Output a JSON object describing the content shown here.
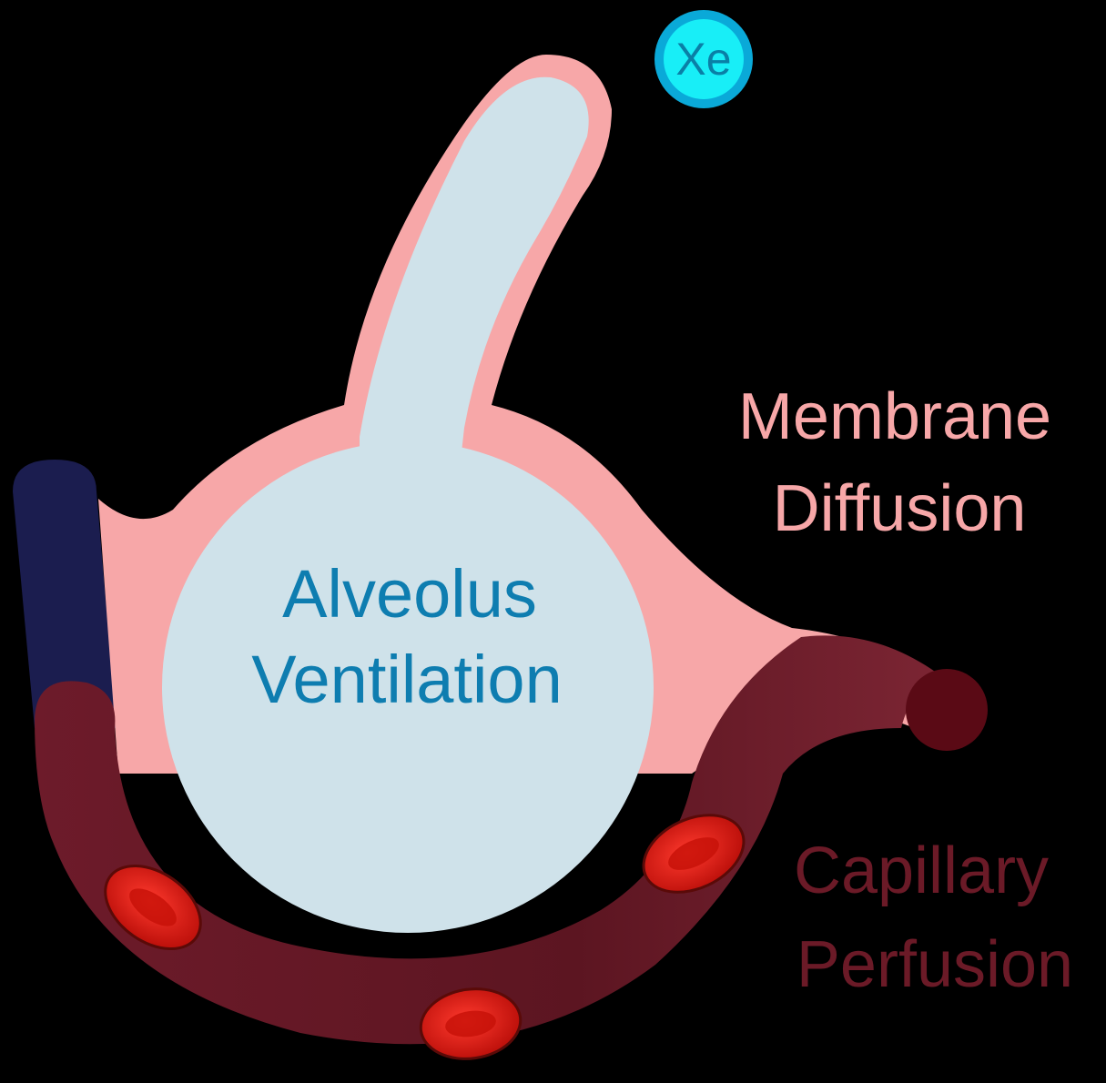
{
  "xenon": {
    "symbol": "Xe",
    "ring_color": "#0aa9d8",
    "fill_color": "#18eef7",
    "text_color": "#0a7fa6"
  },
  "labels": {
    "alveolus_line1": "Alveolus",
    "alveolus_line2": "Ventilation",
    "membrane_line1": "Membrane",
    "membrane_line2": "Diffusion",
    "capillary_line1": "Capillary",
    "capillary_line2": "Perfusion"
  },
  "colors": {
    "background": "#000000",
    "alveolus_fill": "#cfe2ea",
    "membrane": "#f7a7a8",
    "capillary": "#6b1a27",
    "vein": "#1b1d4f",
    "red_cell": "#e2160f",
    "alveolus_text": "#0e7db0",
    "membrane_text": "#f7a7a8",
    "capillary_text": "#6b1a27"
  }
}
